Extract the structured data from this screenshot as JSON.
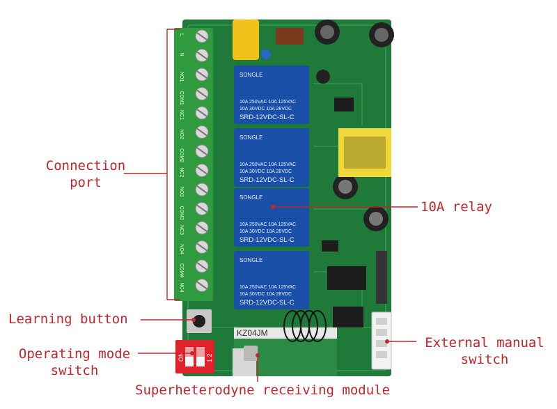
{
  "labels": {
    "connection_port": [
      "Connection",
      "port"
    ],
    "relay": "10A relay",
    "learning_button": "Learning button",
    "operating_mode_switch": [
      "Operating mode",
      "switch"
    ],
    "external_manual_switch": [
      "External manual",
      "switch"
    ],
    "receiving_module": "Superheterodyne receiving module"
  },
  "relay_marks": {
    "brand": "SONGLE",
    "rating_1": "10A 250VAC  10A 125VAC",
    "rating_2": "10A 30VDC  10A 28VDC",
    "model": "SRD-12VDC-SL-C"
  },
  "terminal_marks": [
    "NO1",
    "COM1",
    "NC1",
    "NO2",
    "COM2",
    "NC2",
    "NO3",
    "COM3",
    "NC3",
    "NO4",
    "COM4",
    "NC4"
  ],
  "power_marks": [
    "L",
    "N"
  ],
  "module_mark": "KZ04JM",
  "dip_marks": {
    "on": "ON",
    "pos": "1 2"
  },
  "colors": {
    "label": "#c0262b",
    "pcb": "#1f7a3a",
    "terminal": "#2f9a3e",
    "relay": "#1a4fa8",
    "line": "#c0262b"
  }
}
